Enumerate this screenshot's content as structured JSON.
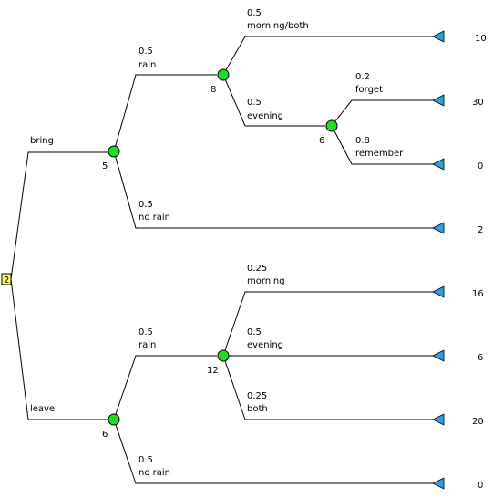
{
  "tree": {
    "decision_node": {
      "value": "2"
    },
    "branches": {
      "bring": {
        "label": "bring",
        "node_value": "5",
        "rain": {
          "probability": "0.5",
          "label": "rain",
          "node_value": "8",
          "morning_both": {
            "probability": "0.5",
            "label": "morning/both",
            "payoff": "10"
          },
          "evening": {
            "probability": "0.5",
            "label": "evening",
            "node_value": "6",
            "forget": {
              "probability": "0.2",
              "label": "forget",
              "payoff": "30"
            },
            "remember": {
              "probability": "0.8",
              "label": "remember",
              "payoff": "0"
            }
          }
        },
        "no_rain": {
          "probability": "0.5",
          "label": "no rain",
          "payoff": "2"
        }
      },
      "leave": {
        "label": "leave",
        "node_value": "6",
        "rain": {
          "probability": "0.5",
          "label": "rain",
          "node_value": "12",
          "morning": {
            "probability": "0.25",
            "label": "morning",
            "payoff": "16"
          },
          "evening": {
            "probability": "0.5",
            "label": "evening",
            "payoff": "6"
          },
          "both": {
            "probability": "0.25",
            "label": "both",
            "payoff": "20"
          }
        },
        "no_rain": {
          "probability": "0.5",
          "label": "no rain",
          "payoff": "0"
        }
      }
    },
    "colors": {
      "chance_node": "#22dd22",
      "decision_node": "#ffff66",
      "terminal_node": "#29a3e0",
      "line": "#000000"
    }
  }
}
